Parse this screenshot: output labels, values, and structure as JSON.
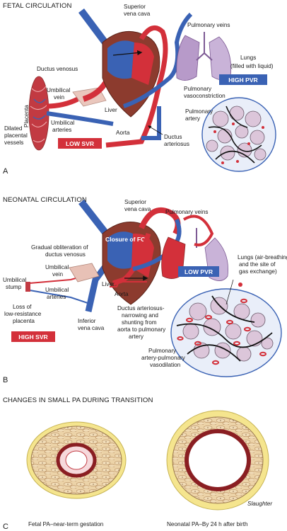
{
  "panel_a": {
    "title": "FETAL CIRCULATION",
    "letter": "A",
    "labels": {
      "svc_1": "Superior",
      "svc_2": "vena cava",
      "pulm_veins": "Pulmonary veins",
      "lungs_1": "Lungs",
      "lungs_2": "(filled with liquid)",
      "high_pvr": "HIGH PVR",
      "ductus_venosus": "Ductus venosus",
      "umb_vein_1": "Umbilical",
      "umb_vein_2": "vein",
      "liver": "Liver",
      "placenta": "Placenta",
      "umb_arteries_1": "Umbilical",
      "umb_arteries_2": "arteries",
      "dilated_1": "Dilated",
      "dilated_2": "placental",
      "dilated_3": "vessels",
      "vasocon_1": "Pulmonary",
      "vasocon_2": "vasoconstriction",
      "pa_1": "Pulmonary",
      "pa_2": "artery",
      "aorta": "Aorta",
      "da_1": "Ductus",
      "da_2": "arteriosus",
      "low_svr": "LOW SVR"
    }
  },
  "panel_b": {
    "title": "NEONATAL CIRCULATION",
    "letter": "B",
    "labels": {
      "svc_1": "Superior",
      "svc_2": "vena cava",
      "pulm_veins": "Pulmonary veins",
      "closure_fo": "Closure of FO",
      "grad_1": "Gradual obliteration of",
      "grad_2": "ductus venosus",
      "low_pvr": "LOW PVR",
      "lungs_1": "Lungs (air-breathing",
      "lungs_2": "and the site of",
      "lungs_3": "gas exchange)",
      "umb_vein_1": "Umbilical",
      "umb_vein_2": "vein",
      "liver": "Liver",
      "stump_1": "Umbilical",
      "stump_2": "stump",
      "umb_arteries_1": "Umbilical",
      "umb_arteries_2": "arteries",
      "loss_1": "Loss of",
      "loss_2": "low-resistance",
      "loss_3": "placenta",
      "high_svr": "HIGH SVR",
      "aorta": "Aorta",
      "ivc_1": "Inferior",
      "ivc_2": "vena cava",
      "da_1": "Ductus arteriosus-",
      "da_2": "narrowing and",
      "da_3": "shunting from",
      "da_4": "aorta to pulmonary",
      "da_5": "artery",
      "vasodil_1": "Pulmonary",
      "vasodil_2": "artery-pulmonary",
      "vasodil_3": "vasodilation"
    }
  },
  "panel_c": {
    "title": "CHANGES IN SMALL PA DURING TRANSITION",
    "letter": "C",
    "caption_left": "Fetal PA–near-term gestation",
    "caption_right": "Neonatal PA–By 24 h after birth"
  },
  "signature": "Slaughter",
  "colors": {
    "oxygenated": "#d3303a",
    "deoxygenated": "#3a62b4",
    "heart": "#8c3b2e",
    "lung": "#b79ac9",
    "alveoli_fill": "#dcc6da",
    "label_box": "#3a62b4",
    "svr_box": "#d3303a",
    "pa_tissue": "#ecd3a8",
    "pa_adventitia": "#f5e58e"
  }
}
